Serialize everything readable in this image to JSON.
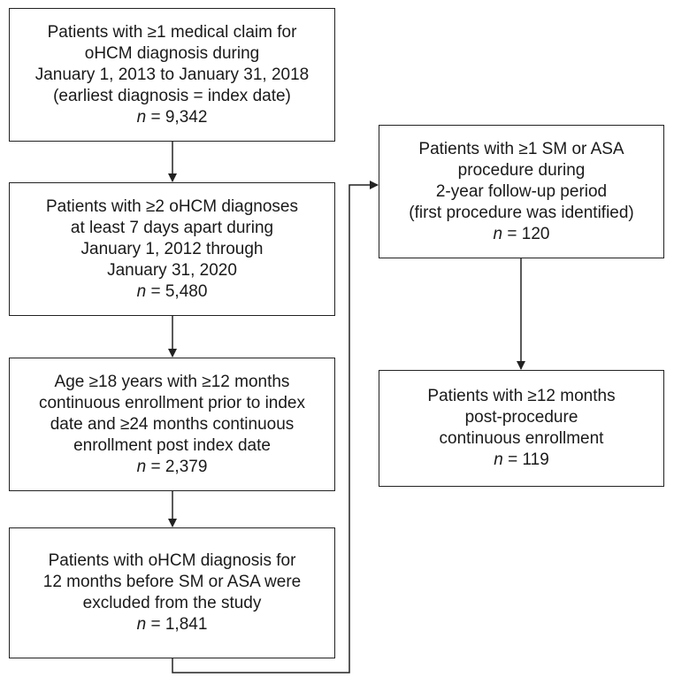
{
  "boxes": {
    "box1": {
      "lines": [
        "Patients with ≥1 medical claim for",
        "oHCM diagnosis during",
        "January 1, 2013 to January 31, 2018",
        "(earliest diagnosis = index date)"
      ],
      "n_label": "n",
      "n_value": "= 9,342"
    },
    "box2": {
      "lines": [
        "Patients with ≥2 oHCM diagnoses",
        "at least 7 days apart during",
        "January 1, 2012 through",
        "January 31, 2020"
      ],
      "n_label": "n",
      "n_value": "= 5,480"
    },
    "box3": {
      "lines": [
        "Age ≥18 years with ≥12 months",
        "continuous enrollment prior to index",
        "date and ≥24 months continuous",
        "enrollment post index date"
      ],
      "n_label": "n",
      "n_value": "= 2,379"
    },
    "box4": {
      "lines": [
        "Patients with oHCM diagnosis for",
        "12 months before SM or ASA were",
        "excluded from the study"
      ],
      "n_label": "n",
      "n_value": "= 1,841"
    },
    "box5": {
      "lines": [
        "Patients with ≥1 SM or ASA",
        "procedure during",
        "2-year follow-up period",
        "(first procedure was identified)"
      ],
      "n_label": "n",
      "n_value": "= 120"
    },
    "box6": {
      "lines": [
        "Patients with ≥12 months",
        "post-procedure",
        "continuous enrollment"
      ],
      "n_label": "n",
      "n_value": "= 119"
    }
  },
  "colors": {
    "stroke": "#222222",
    "text": "#1a1a1a",
    "background": "#ffffff"
  }
}
